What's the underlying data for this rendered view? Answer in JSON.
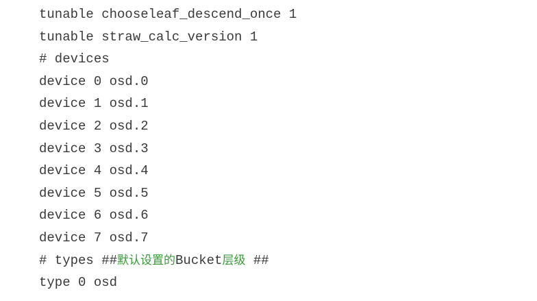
{
  "code": {
    "lines": [
      "tunable chooseleaf_descend_once 1",
      "tunable straw_calc_version 1",
      "# devices",
      "device 0 osd.0",
      "device 1 osd.1",
      "device 2 osd.2",
      "device 3 osd.3",
      "device 4 osd.4",
      "device 5 osd.5",
      "device 6 osd.6",
      "device 7 osd.7"
    ],
    "types_comment": {
      "prefix": "# types ##",
      "cjk_default": "默认设置的",
      "bucket": "Bucket",
      "cjk_level": "层级",
      "suffix": " ##"
    },
    "last_line": "type 0 osd"
  },
  "colors": {
    "text": "#3a3a3a",
    "cjk_comment": "#3a9a3a",
    "background": "#ffffff"
  }
}
